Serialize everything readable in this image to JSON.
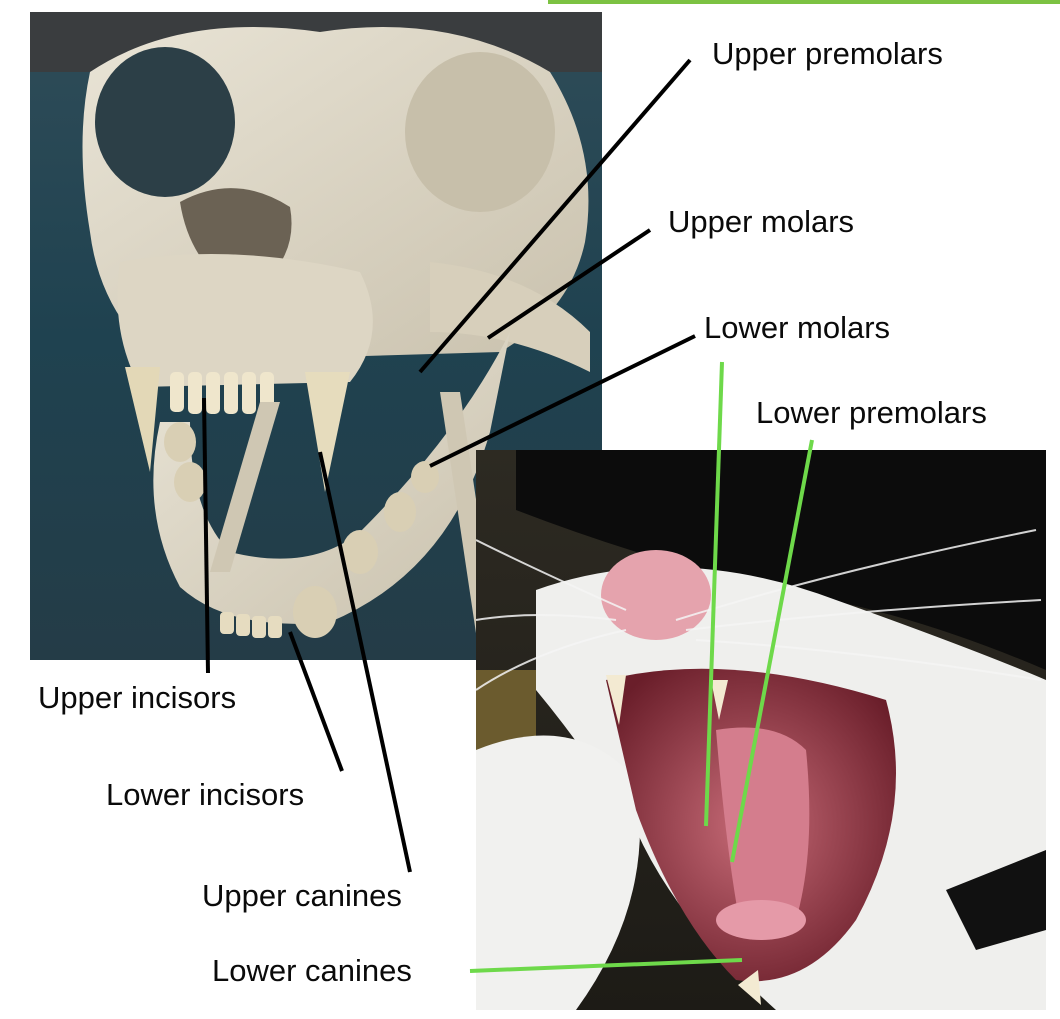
{
  "colors": {
    "accent": "#7cc242",
    "black_leader": "#000000",
    "green_leader": "#6ed94a",
    "background": "#ffffff"
  },
  "images": {
    "skull": "cat-skull-photo",
    "cat": "yawning-cat-photo"
  },
  "labels": {
    "upper_premolars": "Upper premolars",
    "upper_molars": "Upper molars",
    "lower_molars": "Lower molars",
    "lower_premolars": "Lower premolars",
    "upper_incisors": "Upper incisors",
    "lower_incisors": "Lower incisors",
    "upper_canines": "Upper canines",
    "lower_canines": "Lower canines"
  }
}
